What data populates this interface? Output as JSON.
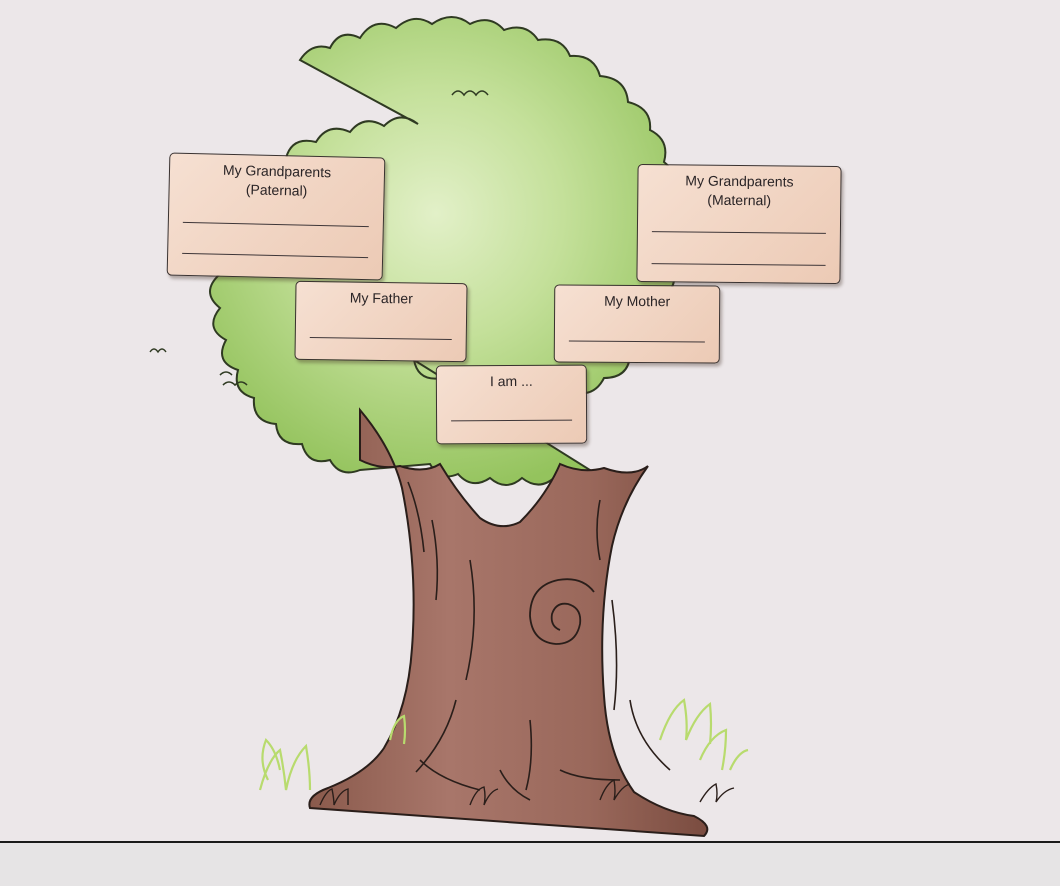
{
  "cards": {
    "paternal": {
      "title": "My Grandparents\n(Paternal)"
    },
    "maternal": {
      "title": "My Grandparents\n(Maternal)"
    },
    "father": {
      "title": "My Father"
    },
    "mother": {
      "title": "My Mother"
    },
    "me": {
      "title": "I am ..."
    }
  },
  "colors": {
    "foliage": "#a8cf78",
    "foliage_light": "#dcecbc",
    "trunk": "#9c6b5c",
    "trunk_dark": "#7b4e43",
    "card_fill": "#f3d9c8",
    "grass": "#b8db6e",
    "paper": "#ece7e9"
  }
}
